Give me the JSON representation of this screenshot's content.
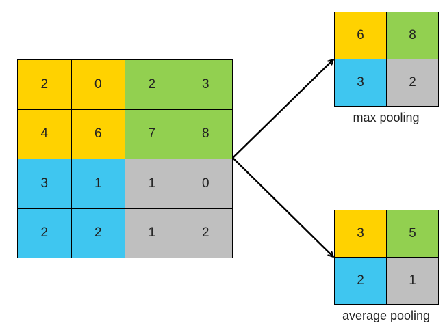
{
  "colors": {
    "yellow": "#FFD200",
    "green": "#92D050",
    "blue": "#3FC6F0",
    "gray": "#BFBFBF",
    "border": "#000000"
  },
  "input_matrix": [
    [
      {
        "v": "2",
        "c": "yellow"
      },
      {
        "v": "0",
        "c": "yellow"
      },
      {
        "v": "2",
        "c": "green"
      },
      {
        "v": "3",
        "c": "green"
      }
    ],
    [
      {
        "v": "4",
        "c": "yellow"
      },
      {
        "v": "6",
        "c": "yellow"
      },
      {
        "v": "7",
        "c": "green"
      },
      {
        "v": "8",
        "c": "green"
      }
    ],
    [
      {
        "v": "3",
        "c": "blue"
      },
      {
        "v": "1",
        "c": "blue"
      },
      {
        "v": "1",
        "c": "gray"
      },
      {
        "v": "0",
        "c": "gray"
      }
    ],
    [
      {
        "v": "2",
        "c": "blue"
      },
      {
        "v": "2",
        "c": "blue"
      },
      {
        "v": "1",
        "c": "gray"
      },
      {
        "v": "2",
        "c": "gray"
      }
    ]
  ],
  "max_pooling": {
    "caption": "max pooling",
    "matrix": [
      [
        {
          "v": "6",
          "c": "yellow"
        },
        {
          "v": "8",
          "c": "green"
        }
      ],
      [
        {
          "v": "3",
          "c": "blue"
        },
        {
          "v": "2",
          "c": "gray"
        }
      ]
    ]
  },
  "average_pooling": {
    "caption": "average pooling",
    "matrix": [
      [
        {
          "v": "3",
          "c": "yellow"
        },
        {
          "v": "5",
          "c": "green"
        }
      ],
      [
        {
          "v": "2",
          "c": "blue"
        },
        {
          "v": "1",
          "c": "gray"
        }
      ]
    ]
  }
}
